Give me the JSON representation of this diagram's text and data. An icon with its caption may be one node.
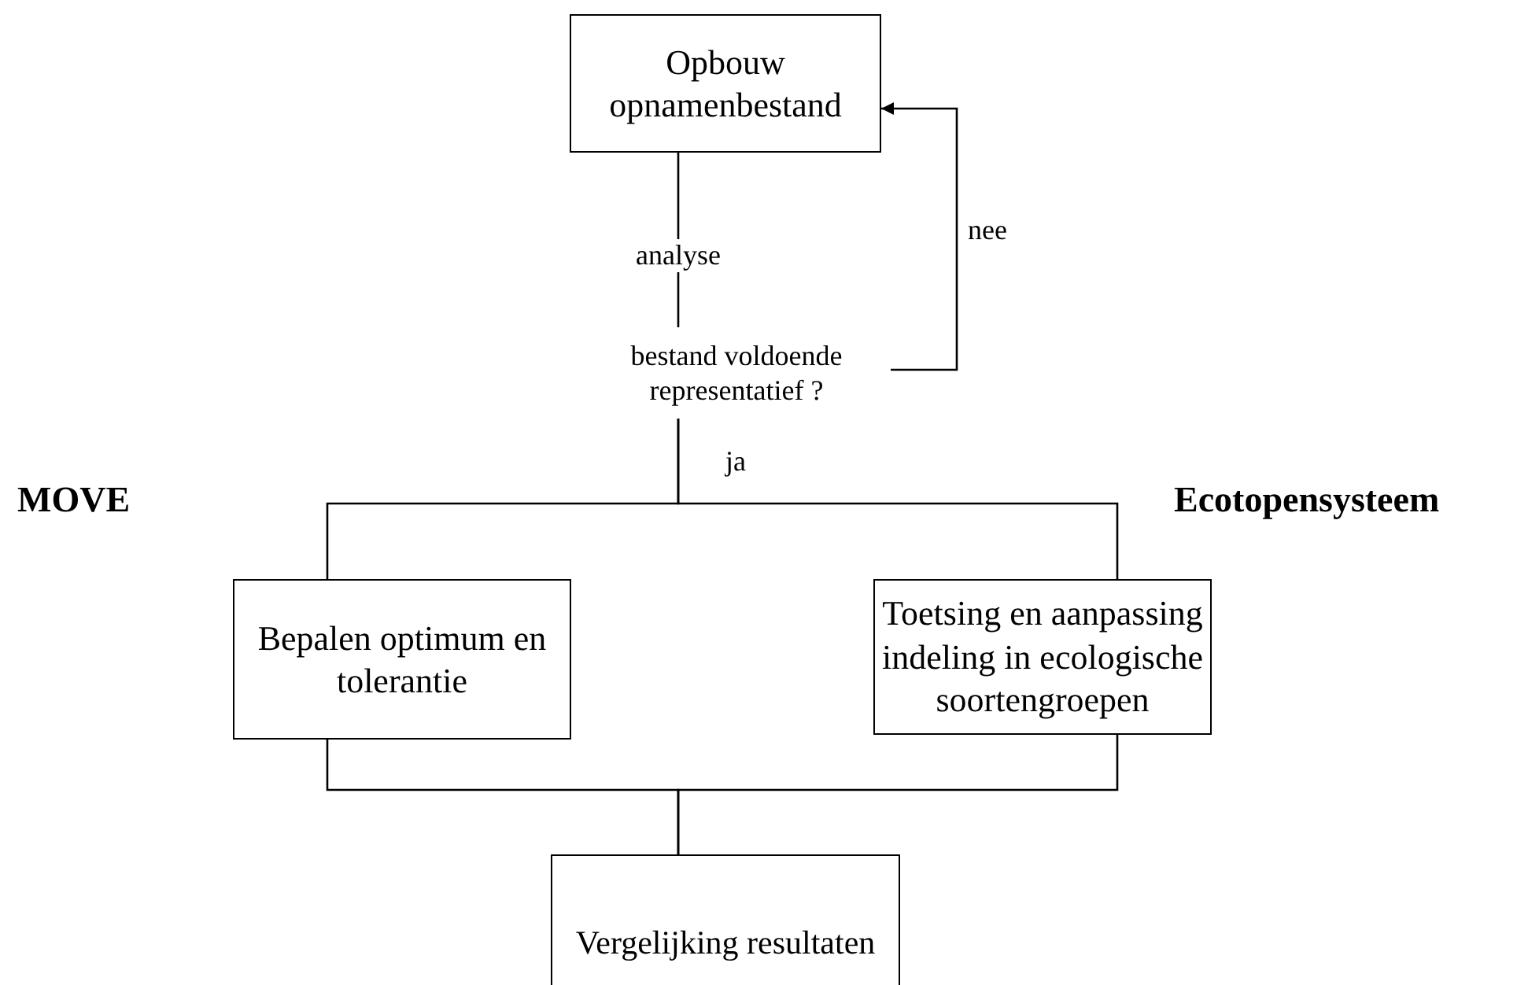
{
  "diagram": {
    "nodes": [
      {
        "text": [
          "Opbouw opnamenbestand"
        ]
      },
      {
        "text": [
          "bestand voldoende representatief ?"
        ]
      },
      {
        "text": [
          "Bepalen optimum en tolerantie"
        ],
        "beside": [
          "MOVE"
        ]
      },
      {
        "text": [
          "Toetsing en aanpassing indeling in ecologische soortengroepen"
        ],
        "beside": [
          "Ecotopensysteem"
        ]
      },
      {
        "text": [
          "Vergelijking resultaten"
        ]
      }
    ],
    "edges": [
      {
        "from": 0,
        "to": 1,
        "arrow": "none",
        "label": "analyse"
      },
      {
        "from": 1,
        "to": 0,
        "arrow": "to",
        "label": "nee"
      },
      {
        "from": 1,
        "to": 2,
        "arrow": "none",
        "label": "ja"
      },
      {
        "from": 1,
        "to": 3,
        "arrow": "none"
      },
      {
        "from": 2,
        "to": 4,
        "arrow": "none"
      },
      {
        "from": 3,
        "to": 4,
        "arrow": "none"
      }
    ]
  }
}
